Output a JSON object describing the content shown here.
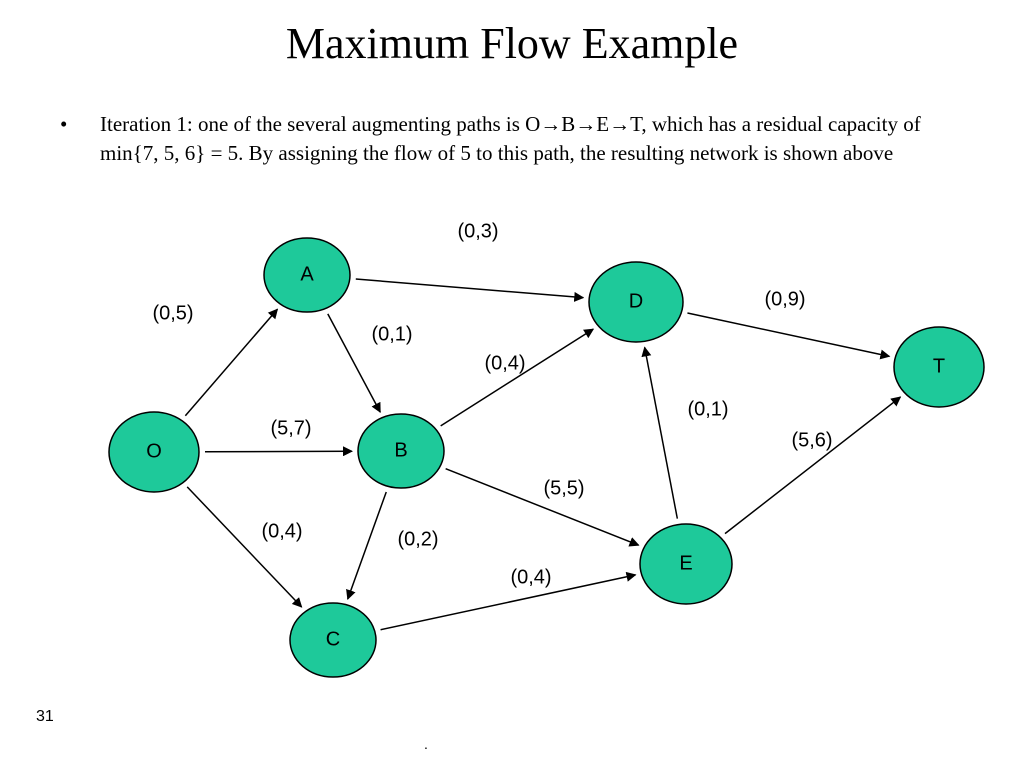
{
  "title": "Maximum Flow Example",
  "bullet": {
    "symbol": "•",
    "text": "Iteration 1: one of the several augmenting paths is O→B→E→T, which has a residual capacity of min{7, 5, 6} = 5. By assigning the flow of 5 to this path, the resulting network is shown above"
  },
  "page_number": "31",
  "footer_mark": ".",
  "colors": {
    "node_fill": "#1ec99a",
    "node_stroke": "#000000"
  },
  "graph": {
    "nodes": [
      {
        "id": "A",
        "label": "A"
      },
      {
        "id": "B",
        "label": "B"
      },
      {
        "id": "C",
        "label": "C"
      },
      {
        "id": "D",
        "label": "D"
      },
      {
        "id": "E",
        "label": "E"
      },
      {
        "id": "O",
        "label": "O"
      },
      {
        "id": "T",
        "label": "T"
      }
    ],
    "edges": [
      {
        "from": "O",
        "to": "A",
        "label": "(0,5)"
      },
      {
        "from": "O",
        "to": "B",
        "label": "(5,7)"
      },
      {
        "from": "O",
        "to": "C",
        "label": "(0,4)"
      },
      {
        "from": "A",
        "to": "D",
        "label": "(0,3)"
      },
      {
        "from": "A",
        "to": "B",
        "label": "(0,1)"
      },
      {
        "from": "B",
        "to": "D",
        "label": "(0,4)"
      },
      {
        "from": "B",
        "to": "C",
        "label": "(0,2)"
      },
      {
        "from": "B",
        "to": "E",
        "label": "(5,5)"
      },
      {
        "from": "C",
        "to": "E",
        "label": "(0,4)"
      },
      {
        "from": "E",
        "to": "D",
        "label": "(0,1)"
      },
      {
        "from": "D",
        "to": "T",
        "label": "(0,9)"
      },
      {
        "from": "E",
        "to": "T",
        "label": "(5,6)"
      }
    ]
  }
}
